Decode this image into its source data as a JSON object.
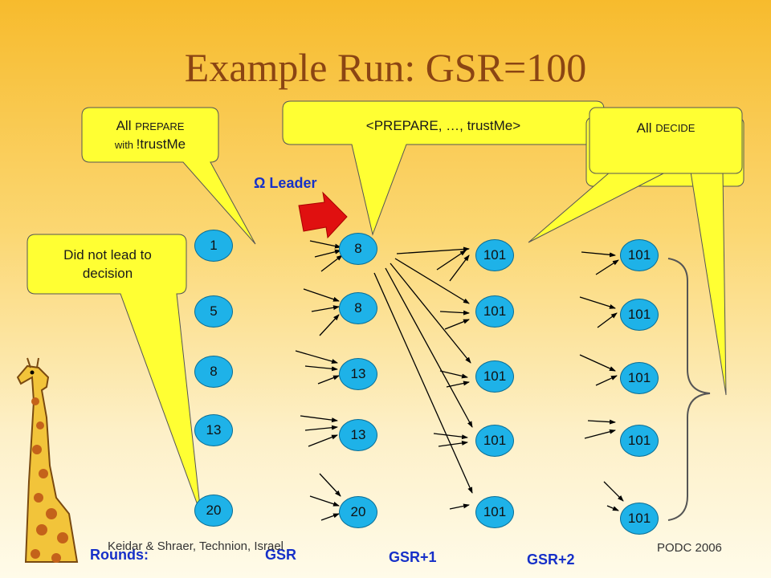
{
  "title": "Example Run: GSR=100",
  "callouts": {
    "prepare_all": {
      "prefix": "All ",
      "sc1": "PREPARE",
      "line2a": "with ",
      "line2b": "!trustMe"
    },
    "prepare_msg": "<PREPARE, …, trustMe>",
    "decide": {
      "prefix": "All ",
      "sc": "DECIDE"
    },
    "no_decision": "Did not lead to decision"
  },
  "omega_leader": "Ω Leader",
  "columns": {
    "rounds_1": [
      "1",
      "5",
      "8",
      "13",
      "20"
    ],
    "gsr": [
      "8",
      "8",
      "13",
      "13",
      "20"
    ],
    "gsr_plus_1": [
      "101",
      "101",
      "101",
      "101",
      "101"
    ],
    "gsr_plus_2": [
      "101",
      "101",
      "101",
      "101",
      "101"
    ]
  },
  "round_labels": {
    "rounds": "Rounds:",
    "gsr": "GSR",
    "gsr1": "GSR+1",
    "gsr2": "GSR+2"
  },
  "footer": {
    "left": "Keidar & Shraer, Technion, Israel",
    "right": "PODC 2006"
  },
  "colors": {
    "node": "#1eb2e8",
    "callout": "#ffff33",
    "label": "#1630c8",
    "title": "#8b4513",
    "arrow": "#e01010"
  }
}
